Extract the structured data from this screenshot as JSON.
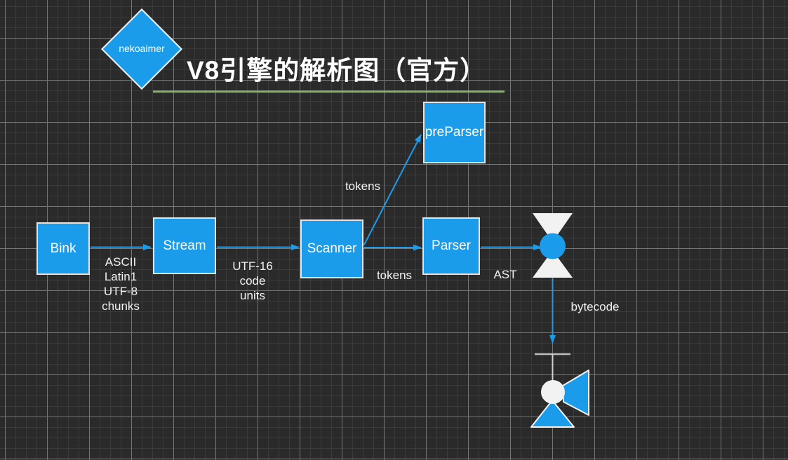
{
  "app": {
    "type": "diagram-canvas"
  },
  "title": {
    "text": "V8引擎的解析图（官方）"
  },
  "badge": {
    "label": "nekoaimer"
  },
  "nodes": [
    {
      "id": "bink",
      "label": "Bink"
    },
    {
      "id": "stream",
      "label": "Stream"
    },
    {
      "id": "scanner",
      "label": "Scanner"
    },
    {
      "id": "parser",
      "label": "Parser"
    },
    {
      "id": "preparser",
      "label": "preParser"
    }
  ],
  "edges": [
    {
      "from": "Bink",
      "to": "Stream",
      "label": "ASCII\nLatin1\nUTF-8\nchunks"
    },
    {
      "from": "Stream",
      "to": "Scanner",
      "label": "UTF-16\ncode\nunits"
    },
    {
      "from": "Scanner",
      "to": "preParser",
      "label": "tokens"
    },
    {
      "from": "Scanner",
      "to": "Parser",
      "label": "tokens"
    },
    {
      "from": "Parser",
      "to": "hourglass",
      "label": "AST"
    },
    {
      "from": "hourglass",
      "to": "interpreter-lamp",
      "label": "bytecode"
    }
  ],
  "icons": {
    "hourglass_icon": "hourglass with circle (AST sink)",
    "interpreter_lamp_icon": "projector/lamp shape (bytecode interpreter)"
  },
  "colors": {
    "canvas_background": "#2a2a2a",
    "grid_minor": "#3b3b3b",
    "grid_major": "#757575",
    "shape_fill_blue": "#1b9ceb",
    "shape_border": "#e3e3e3",
    "text_white": "#ffffff",
    "title_underline_green": "#82b366",
    "white_shape": "#f2f2f2",
    "connector_gray": "#bdbdbd"
  }
}
